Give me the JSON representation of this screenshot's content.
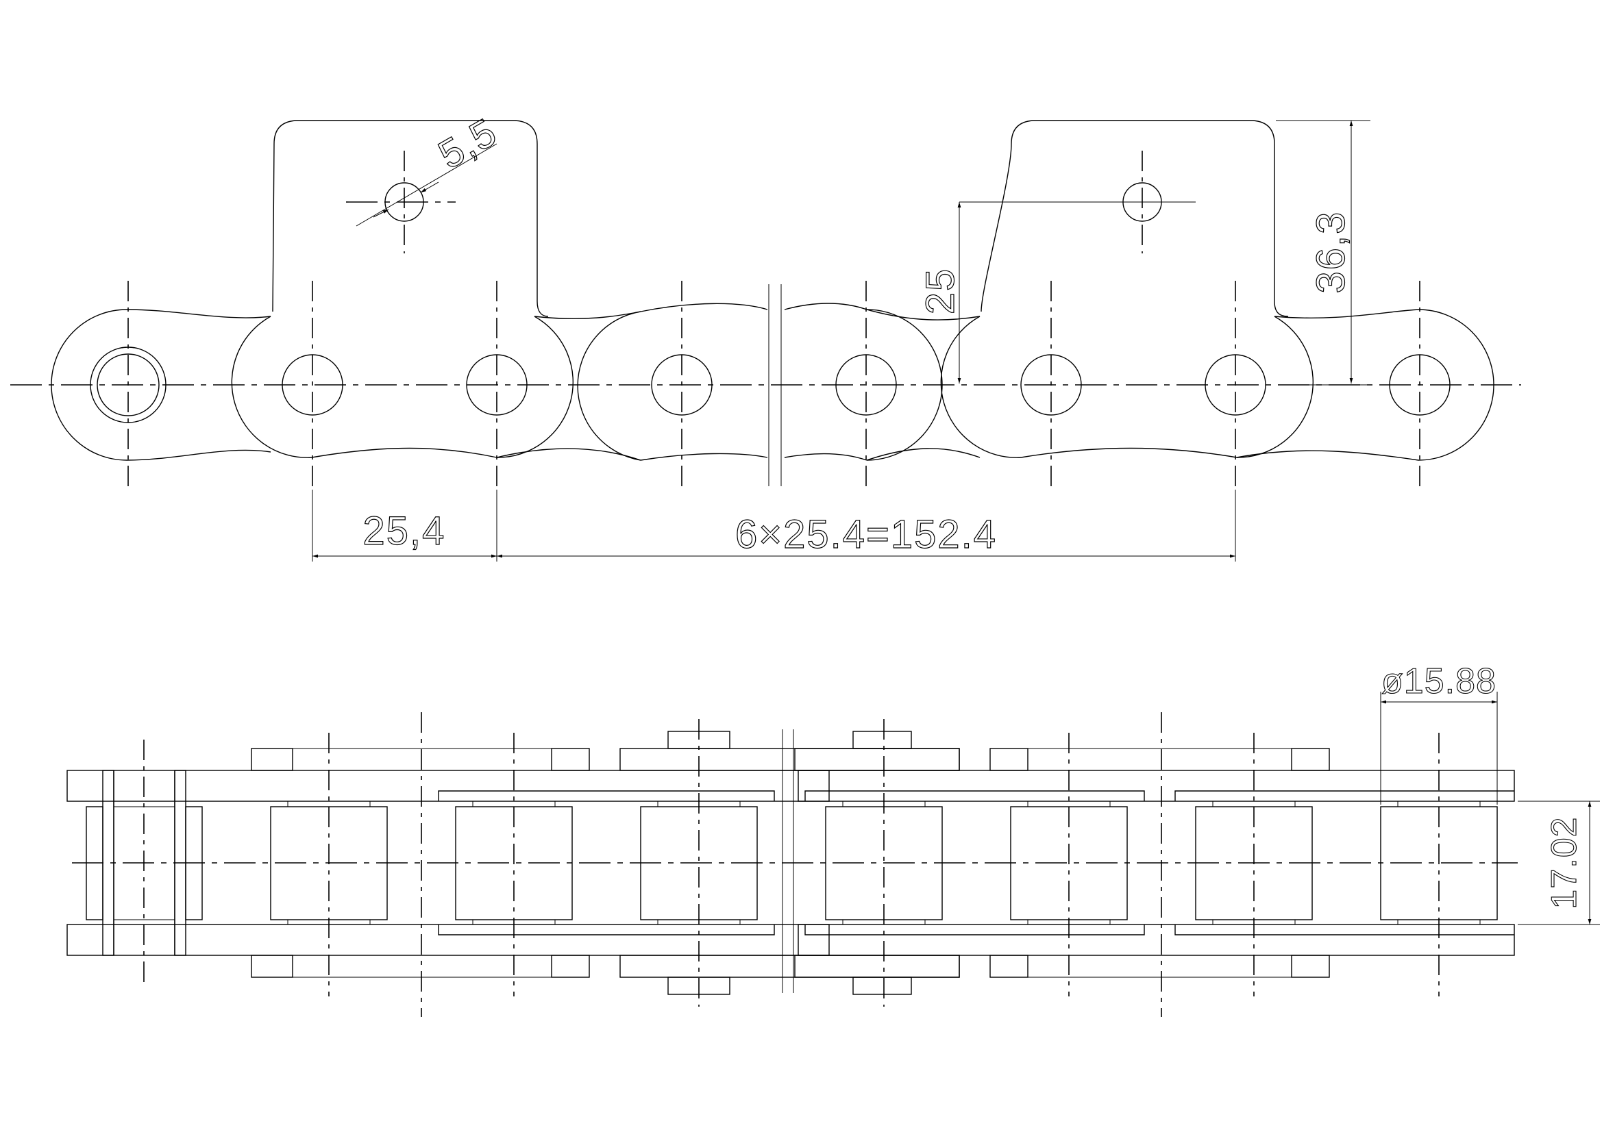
{
  "dimensions": {
    "hole_diameter": "5,5",
    "pitch": "25,4",
    "attachment_spacing": "6×25.4=152.4",
    "hole_height": "25",
    "attachment_height": "36,3",
    "roller_diameter": "ø15.88",
    "roller_width": "17.02"
  }
}
